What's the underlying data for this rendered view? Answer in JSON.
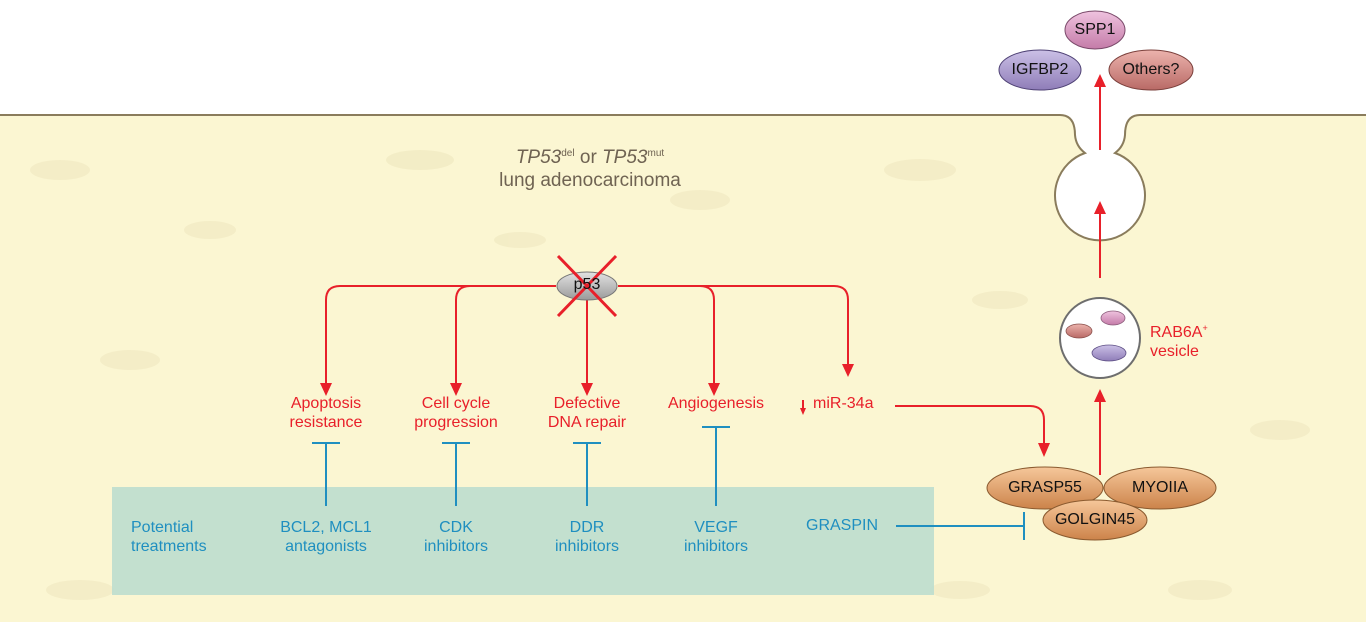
{
  "title": {
    "gene_a": "TP53",
    "sup_a": "del",
    "connector": "or",
    "gene_b": "TP53",
    "sup_b": "mut",
    "line2": "lung adenocarcinoma"
  },
  "hub": {
    "label": "p53"
  },
  "outcomes": [
    {
      "line1": "Apoptosis",
      "line2": "resistance"
    },
    {
      "line1": "Cell cycle",
      "line2": "progression"
    },
    {
      "line1": "Defective",
      "line2": "DNA repair"
    },
    {
      "line1": "Angiogenesis",
      "line2": ""
    },
    {
      "line1": "miR-34a",
      "line2": ""
    }
  ],
  "treatments": {
    "header_line1": "Potential",
    "header_line2": "treatments",
    "items": [
      {
        "line1": "BCL2, MCL1",
        "line2": "antagonists"
      },
      {
        "line1": "CDK",
        "line2": "inhibitors"
      },
      {
        "line1": "DDR",
        "line2": "inhibitors"
      },
      {
        "line1": "VEGF",
        "line2": "inhibitors"
      },
      {
        "line1": "GRASPIN",
        "line2": ""
      }
    ]
  },
  "golgi_complex": [
    "GRASP55",
    "MYOIIA",
    "GOLGIN45"
  ],
  "vesicle": {
    "gene": "RAB6A",
    "sup": "+",
    "line2": "vesicle"
  },
  "secreted": [
    "SPP1",
    "IGFBP2",
    "Others?"
  ],
  "colors": {
    "activation": "#e8202a",
    "inhibition": "#1f8fc0",
    "cytoplasm": "#fbf6d2",
    "membrane": "#8a7c5c",
    "treatment_box": "#b9dccf",
    "golgi_protein": "#e0a06a",
    "spp1": "#d79ac0",
    "igfbp2": "#a596c8",
    "others": "#cf8580",
    "p53": "#b5b5b5"
  }
}
